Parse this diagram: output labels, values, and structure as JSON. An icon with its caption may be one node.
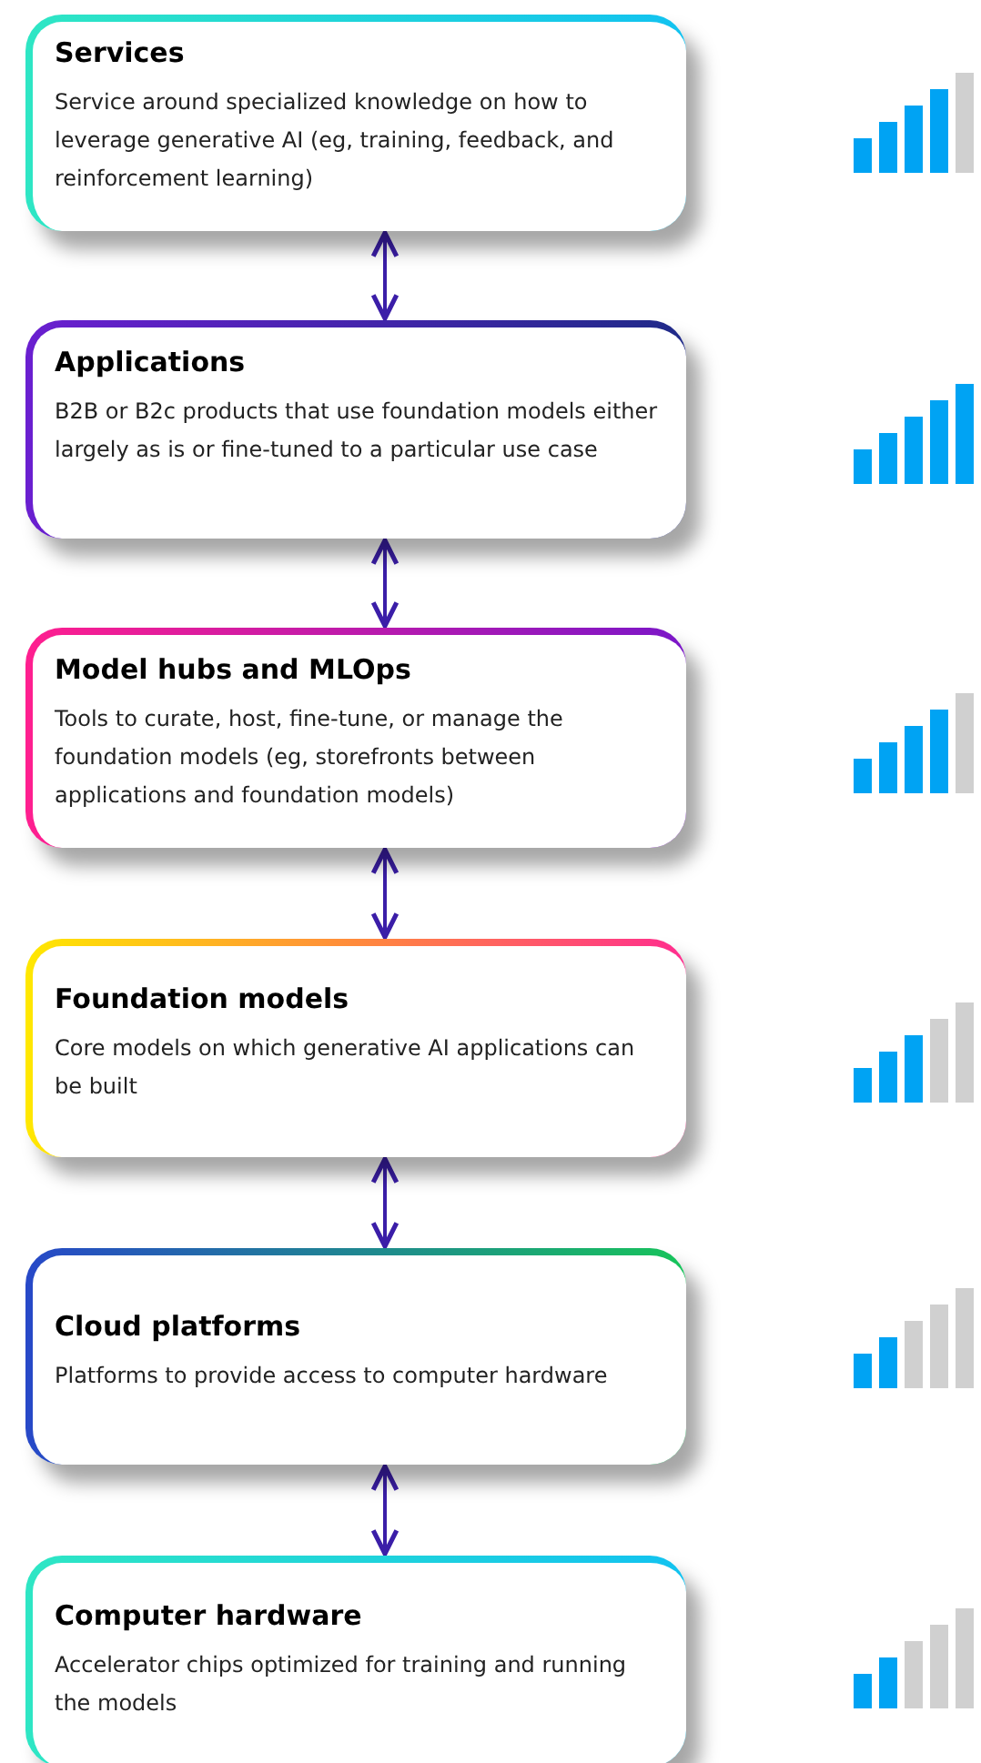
{
  "diagram": {
    "nodes": [
      {
        "text": [
          "Services",
          "Service around specialized knowledge on how to leverage generative AI (eg, training, feedback, and reinforcement learning)"
        ]
      },
      {
        "text": [
          "Applications",
          "B2B or B2c products that use foundation models either largely as is or fine-tuned to a particular use case"
        ]
      },
      {
        "text": [
          "Model hubs and MLOps",
          "Tools to curate, host, fine-tune, or manage the foundation models (eg, storefronts between applications and foundation models)"
        ]
      },
      {
        "text": [
          "Foundation models",
          "Core models on which generative AI applications can be built"
        ]
      },
      {
        "text": [
          "Cloud platforms",
          "Platforms to provide access to computer hardware"
        ]
      },
      {
        "text": [
          "Computer hardware",
          "Accelerator chips optimized for training and running the models"
        ]
      }
    ],
    "edges": [
      {
        "from": 0,
        "to": 1,
        "arrow": "both"
      },
      {
        "from": 1,
        "to": 2,
        "arrow": "both"
      },
      {
        "from": 2,
        "to": 3,
        "arrow": "both"
      },
      {
        "from": 3,
        "to": 4,
        "arrow": "both"
      },
      {
        "from": 4,
        "to": 5,
        "arrow": "both"
      }
    ]
  }
}
